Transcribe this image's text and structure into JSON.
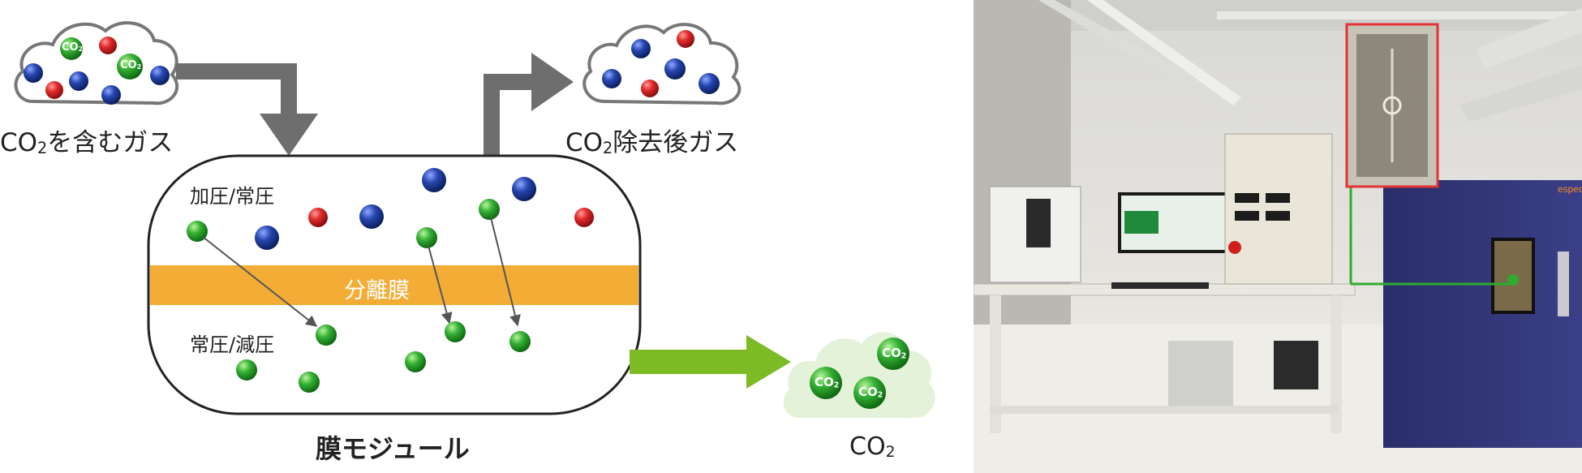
{
  "diagram": {
    "input_gas": {
      "label": "CO",
      "sub": "2",
      "suffix": "を含むガス"
    },
    "output_gas": {
      "label": "CO",
      "sub": "2",
      "suffix": "除去後ガス"
    },
    "module": {
      "upper_label": "加圧/常圧",
      "lower_label": "常圧/減圧",
      "membrane_label": "分離膜",
      "caption": "膜モジュール"
    },
    "product": {
      "label": "CO",
      "sub": "2"
    },
    "molecule_text": {
      "main": "CO",
      "sub": "2"
    },
    "colors": {
      "gray_arrow": "#6e6e6e",
      "green_arrow": "#7cba26",
      "membrane": "#f3ad36",
      "co2_cloud": "#e4f2d9",
      "blue_molecule": "#1a3a9c",
      "red_molecule": "#d8232a",
      "green_molecule": "#2fa82f"
    }
  },
  "photo": {
    "chamber_brand": "espec",
    "icons": [
      "membrane-test-apparatus-photo",
      "environmental-chamber-icon",
      "inset-chamber-interior-icon"
    ]
  }
}
